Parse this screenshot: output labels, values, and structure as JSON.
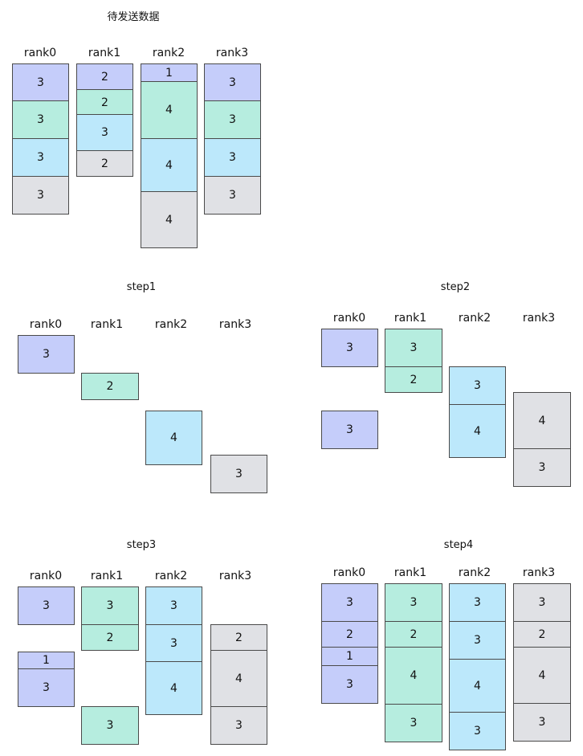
{
  "colors": {
    "c3": "#c5cdfa",
    "c2": "#b6eddf",
    "c1": "#bce8fb",
    "c0": "#e0e1e5",
    "border": "#4a4a4a"
  },
  "panels": [
    {
      "title": "待发送数据",
      "ranks": [
        {
          "label": "rank0",
          "cells": [
            {
              "v": "3",
              "c": "c3"
            },
            {
              "v": "3",
              "c": "c2"
            },
            {
              "v": "3",
              "c": "c1"
            },
            {
              "v": "3",
              "c": "c0"
            }
          ]
        },
        {
          "label": "rank1",
          "cells": [
            {
              "v": "2",
              "c": "c3"
            },
            {
              "v": "2",
              "c": "c2"
            },
            {
              "v": "3",
              "c": "c1"
            },
            {
              "v": "2",
              "c": "c0"
            }
          ]
        },
        {
          "label": "rank2",
          "cells": [
            {
              "v": "1",
              "c": "c3"
            },
            {
              "v": "4",
              "c": "c2"
            },
            {
              "v": "4",
              "c": "c1"
            },
            {
              "v": "4",
              "c": "c0"
            }
          ]
        },
        {
          "label": "rank3",
          "cells": [
            {
              "v": "3",
              "c": "c3"
            },
            {
              "v": "3",
              "c": "c2"
            },
            {
              "v": "3",
              "c": "c1"
            },
            {
              "v": "3",
              "c": "c0"
            }
          ]
        }
      ]
    },
    {
      "title": "step1",
      "ranks": [
        {
          "label": "rank0",
          "cells": [
            {
              "v": "3",
              "c": "c3"
            }
          ]
        },
        {
          "label": "rank1",
          "cells": [
            {
              "v": "2",
              "c": "c2"
            }
          ]
        },
        {
          "label": "rank2",
          "cells": [
            {
              "v": "4",
              "c": "c1"
            }
          ]
        },
        {
          "label": "rank3",
          "cells": [
            {
              "v": "3",
              "c": "c0"
            }
          ]
        }
      ]
    },
    {
      "title": "step2",
      "ranks": [
        {
          "label": "rank0",
          "cells": [
            {
              "v": "3",
              "c": "c3"
            },
            {
              "v": "3",
              "c": "c3"
            }
          ]
        },
        {
          "label": "rank1",
          "cells": [
            {
              "v": "3",
              "c": "c2"
            },
            {
              "v": "2",
              "c": "c2"
            }
          ]
        },
        {
          "label": "rank2",
          "cells": [
            {
              "v": "3",
              "c": "c1"
            },
            {
              "v": "4",
              "c": "c1"
            }
          ]
        },
        {
          "label": "rank3",
          "cells": [
            {
              "v": "4",
              "c": "c0"
            },
            {
              "v": "3",
              "c": "c0"
            }
          ]
        }
      ]
    },
    {
      "title": "step3",
      "ranks": [
        {
          "label": "rank0",
          "cells": [
            {
              "v": "3",
              "c": "c3"
            },
            {
              "v": "1",
              "c": "c3"
            },
            {
              "v": "3",
              "c": "c3"
            }
          ]
        },
        {
          "label": "rank1",
          "cells": [
            {
              "v": "3",
              "c": "c2"
            },
            {
              "v": "2",
              "c": "c2"
            },
            {
              "v": "3",
              "c": "c2"
            }
          ]
        },
        {
          "label": "rank2",
          "cells": [
            {
              "v": "3",
              "c": "c1"
            },
            {
              "v": "3",
              "c": "c1"
            },
            {
              "v": "4",
              "c": "c1"
            }
          ]
        },
        {
          "label": "rank3",
          "cells": [
            {
              "v": "2",
              "c": "c0"
            },
            {
              "v": "4",
              "c": "c0"
            },
            {
              "v": "3",
              "c": "c0"
            }
          ]
        }
      ]
    },
    {
      "title": "step4",
      "ranks": [
        {
          "label": "rank0",
          "cells": [
            {
              "v": "3",
              "c": "c3"
            },
            {
              "v": "2",
              "c": "c3"
            },
            {
              "v": "1",
              "c": "c3"
            },
            {
              "v": "3",
              "c": "c3"
            }
          ]
        },
        {
          "label": "rank1",
          "cells": [
            {
              "v": "3",
              "c": "c2"
            },
            {
              "v": "2",
              "c": "c2"
            },
            {
              "v": "4",
              "c": "c2"
            },
            {
              "v": "3",
              "c": "c2"
            }
          ]
        },
        {
          "label": "rank2",
          "cells": [
            {
              "v": "3",
              "c": "c1"
            },
            {
              "v": "3",
              "c": "c1"
            },
            {
              "v": "4",
              "c": "c1"
            },
            {
              "v": "3",
              "c": "c1"
            }
          ]
        },
        {
          "label": "rank3",
          "cells": [
            {
              "v": "3",
              "c": "c0"
            },
            {
              "v": "2",
              "c": "c0"
            },
            {
              "v": "4",
              "c": "c0"
            },
            {
              "v": "3",
              "c": "c0"
            }
          ]
        }
      ]
    }
  ]
}
